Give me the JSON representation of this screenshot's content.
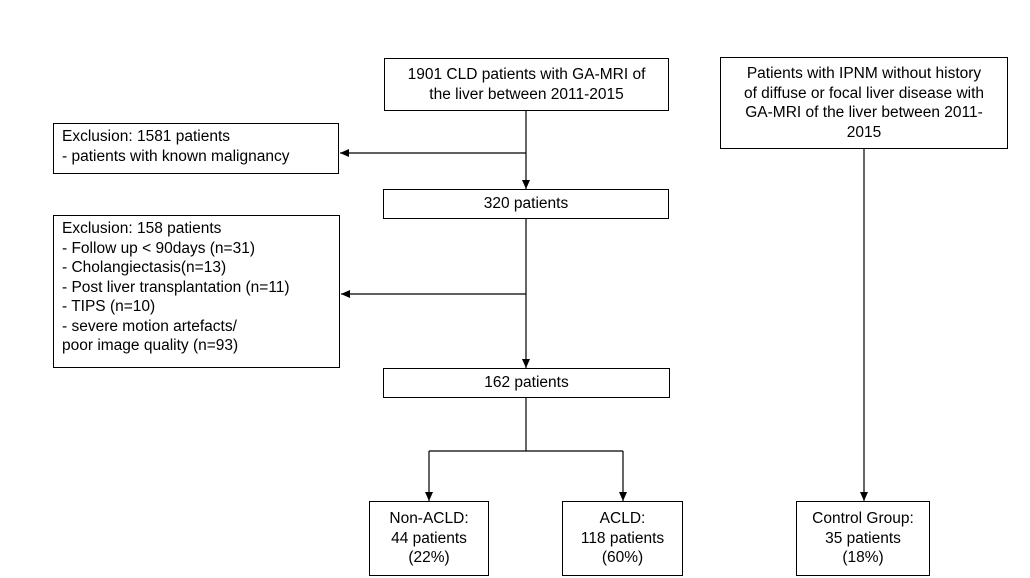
{
  "colors": {
    "stroke": "#000000",
    "background": "#ffffff"
  },
  "boxes": {
    "start": [
      "1901 CLD patients with GA-MRI of",
      "the liver between 2011-2015"
    ],
    "exclusion1": [
      "Exclusion: 1581 patients",
      "- patients with known malignancy"
    ],
    "mid": [
      "320 patients"
    ],
    "exclusion2": [
      "Exclusion: 158 patients",
      "- Follow up < 90days (n=31)",
      "- Cholangiectasis(n=13)",
      "- Post liver transplantation (n=11)",
      "- TIPS (n=10)",
      "- severe motion artefacts/",
      "poor image quality (n=93)"
    ],
    "final": [
      "162 patients"
    ],
    "non_acld": [
      "Non-ACLD:",
      "44 patients",
      "(22%)"
    ],
    "acld": [
      "ACLD:",
      "118 patients",
      "(60%)"
    ],
    "control_source": [
      "Patients with IPNM without history",
      "of diffuse or focal liver disease with",
      "GA-MRI of the liver between 2011-",
      "2015"
    ],
    "control": [
      "Control Group:",
      "35 patients",
      "(18%)"
    ]
  }
}
